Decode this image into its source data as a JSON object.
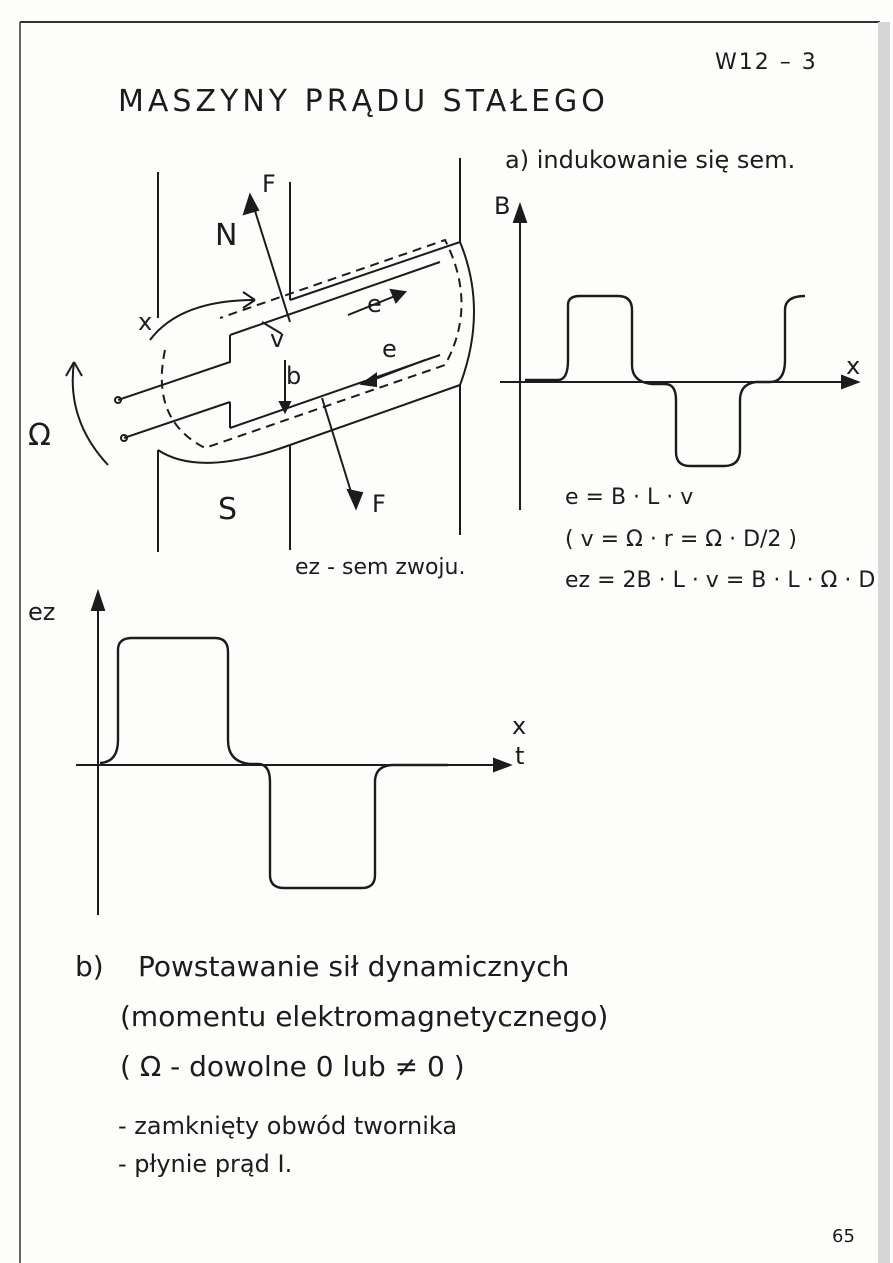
{
  "page": {
    "id_code": "W12 – 3",
    "title": "MASZYNY PRĄDU STAŁEGO",
    "page_number": "65"
  },
  "section_a": {
    "label": "a) indukowanie się sem.",
    "diagram_labels": {
      "N": "N",
      "S": "S",
      "F_top": "F",
      "F_bottom": "F",
      "e_top": "e",
      "e_bottom": "e",
      "v": "v",
      "b": "b",
      "x": "x",
      "omega": "Ω"
    },
    "graph_B": {
      "y_label": "B",
      "x_label": "x"
    },
    "equations": [
      "e = B · L · v",
      "( v = Ω · r = Ω · D/2 )",
      "eᴢ = 2B · L · v = B · L · Ω · D"
    ],
    "ez_note": "eᴢ - sem zwoju."
  },
  "graph_ez": {
    "y_label": "eᴢ",
    "x_label_top": "x",
    "x_label_bottom": "t"
  },
  "section_b": {
    "label": "b)",
    "lines": [
      "Powstawanie sił dynamicznych",
      "(momentu elektromagnetycznego)",
      "( Ω - dowolne  0  lub  ≠ 0 )"
    ],
    "bullets": [
      "- zamknięty obwód twornika",
      "- płynie prąd  I."
    ]
  }
}
